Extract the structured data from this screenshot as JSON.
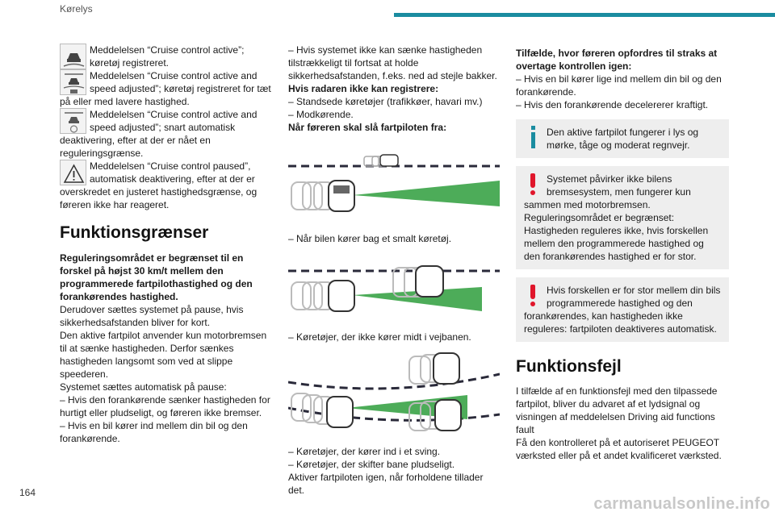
{
  "header": {
    "section": "Kørelys"
  },
  "page_number": "164",
  "footer": "carmanualsonline.info",
  "col1": {
    "icon_items": [
      {
        "icon": "cruise-active-icon",
        "text": "Meddelelsen “Cruise control active”; køretøj registreret."
      },
      {
        "icon": "cruise-speed-adjusted-icon",
        "text": "Meddelelsen “Cruise control active and speed adjusted”; køretøj registreret for tæt på eller med lavere hastighed."
      },
      {
        "icon": "cruise-speed-adjusted-limit-icon",
        "text": "Meddelelsen “Cruise control active and speed adjusted”; snart automatisk deaktivering, efter at der er nået en reguleringsgrænse."
      },
      {
        "icon": "cruise-paused-warning-icon",
        "text": "Meddelelsen “Cruise control paused”, automatisk deaktivering, efter at der er overskredet en justeret hastighedsgrænse, og føreren ikke har reageret."
      }
    ],
    "heading": "Funktionsgrænser",
    "bold_intro": "Reguleringsområdet er begrænset til en forskel på højst 30 km/t mellem den programmerede fartpilothastighed og den forankørendes hastighed.",
    "paragraphs": [
      "Derudover sættes systemet på pause, hvis sikkerhedsafstanden bliver for kort.",
      "Den aktive fartpilot anvender kun motorbremsen til at sænke hastigheden. Derfor sænkes hastigheden langsomt som ved at slippe speederen.",
      "Systemet sættes automatisk på pause:",
      "– Hvis den forankørende sænker hastigheden for hurtigt eller pludseligt, og føreren ikke bremser.",
      "– Hvis en bil kører ind mellem din bil og den forankørende."
    ]
  },
  "col2": {
    "intro": "– Hvis systemet ikke kan sænke hastigheden tilstrækkeligt til fortsat at holde sikkerhedsafstanden, f.eks. ned ad stejle bakker.",
    "bold1": "Hvis radaren ikke kan registrere:",
    "radar_items": [
      "– Standsede køretøjer (trafikkøer, havari mv.)",
      "– Modkørende."
    ],
    "bold2": "Når føreren skal slå fartpiloten fra:",
    "caption1": "– Når bilen kører bag et smalt køretøj.",
    "caption2": "– Køretøjer, der ikke kører midt i vejbanen.",
    "caption3a": "– Køretøjer, der kører ind i et sving.",
    "caption3b": "– Køretøjer, der skifter bane pludseligt.",
    "caption3c": "Aktiver fartpiloten igen, når forholdene tillader det."
  },
  "col3": {
    "bold_title": "Tilfælde, hvor føreren opfordres til straks at overtage kontrollen igen:",
    "items": [
      "– Hvis en bil kører lige ind mellem din bil og den forankørende.",
      "– Hvis den forankørende decelererer kraftigt."
    ],
    "note_info": "Den aktive fartpilot fungerer i lys og mørke, tåge og moderat regnvejr.",
    "note_warn1_lines": [
      "Systemet påvirker ikke bilens bremsesystem, men fungerer kun sammen med motorbremsen.",
      "Reguleringsområdet er begrænset:",
      "Hastigheden reguleres ikke, hvis forskellen mellem den programmerede hastighed og den forankørendes hastighed er for stor."
    ],
    "note_warn2": "Hvis forskellen er for stor mellem din bils programmerede hastighed og den forankørendes, kan hastigheden ikke reguleres: fartpiloten deaktiveres automatisk.",
    "heading": "Funktionsfejl",
    "fault_text": "I tilfælde af en funktionsfejl med den tilpassede fartpilot, bliver du advaret af et lydsignal og visningen af meddelelsen Driving aid functions fault",
    "service_text": "Få den kontrolleret på et autoriseret PEUGEOT værksted eller på et andet kvalificeret værksted."
  },
  "colors": {
    "accent": "#1a8ca0",
    "warning": "#e0162b",
    "note_bg": "#eeeeee",
    "radar_green": "#2e9e3c"
  }
}
